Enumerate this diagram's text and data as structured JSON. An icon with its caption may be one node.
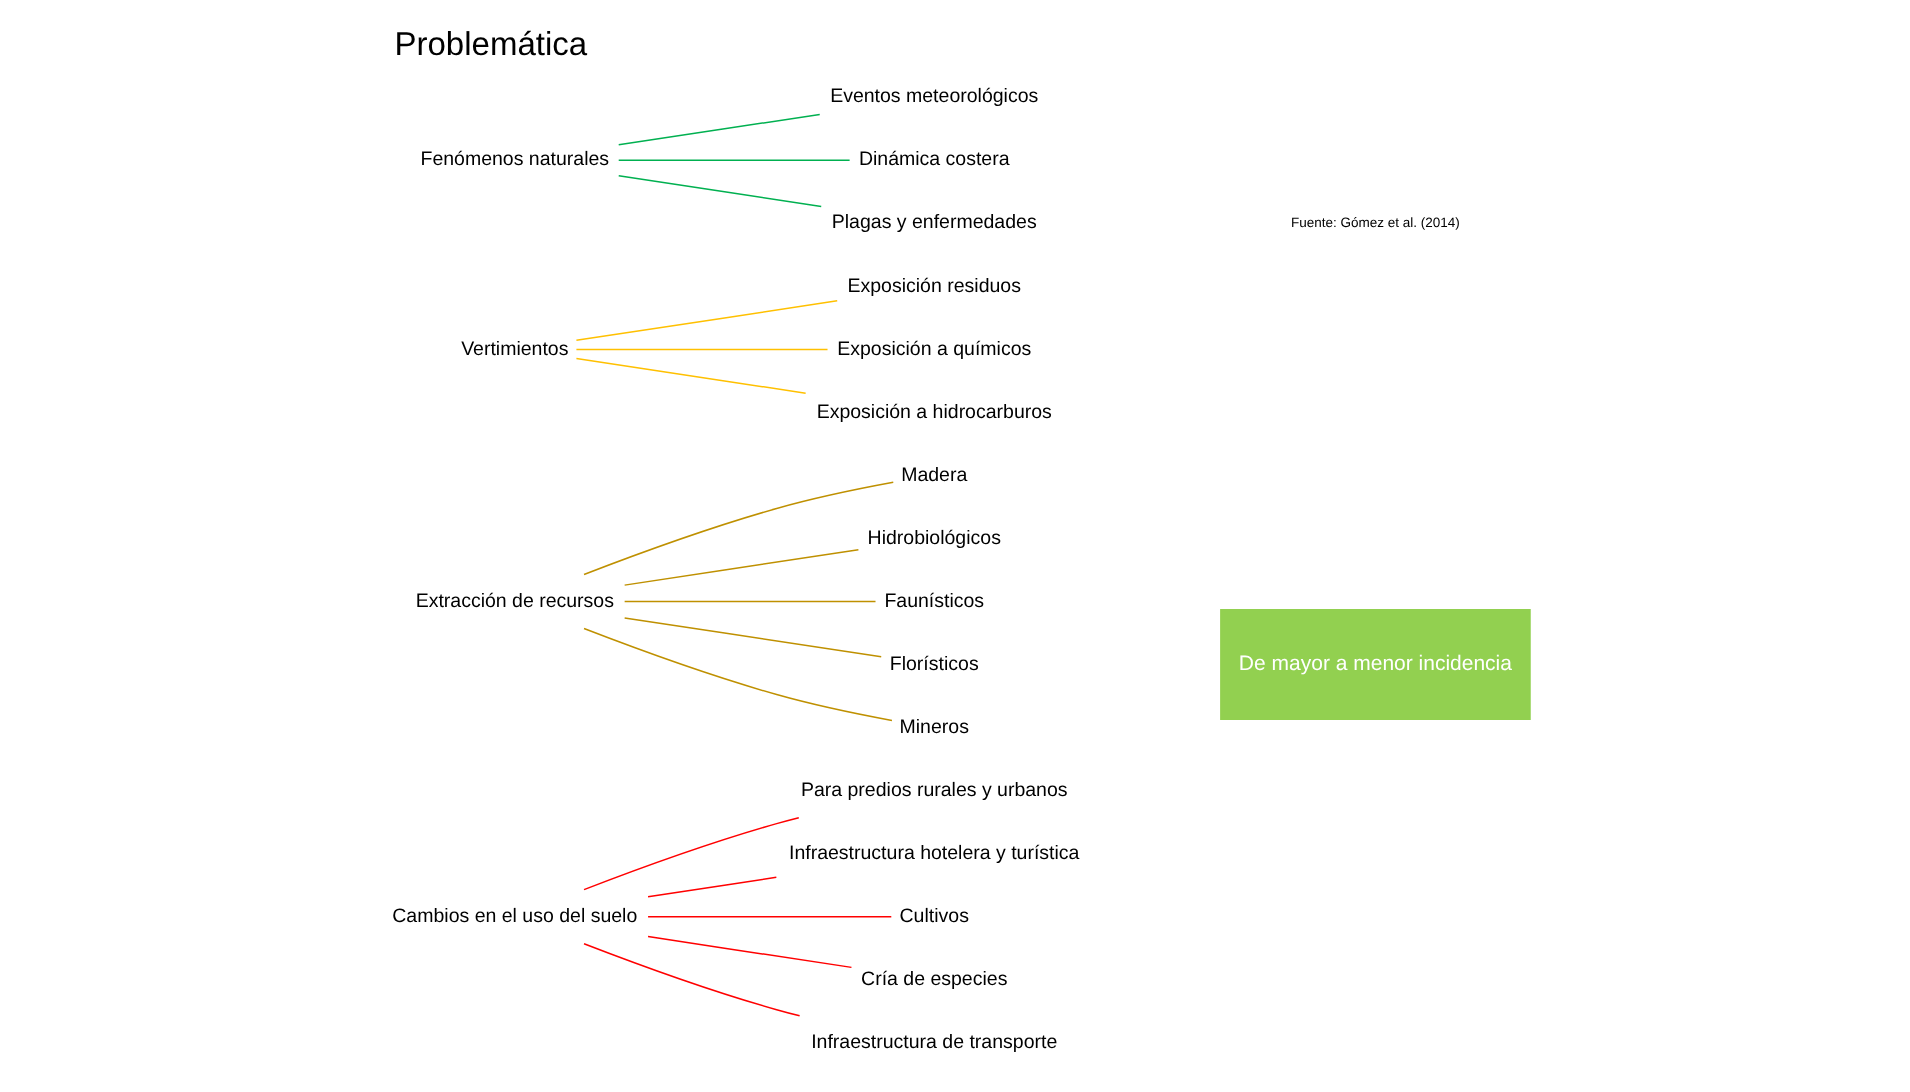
{
  "diagram": {
    "title": "Problemática",
    "nodes": [
      {
        "text": [
          "Cambios en el uso del suelo"
        ]
      },
      {
        "text": [
          "Para predios rurales y urbanos"
        ]
      },
      {
        "text": [
          "Infraestructura hotelera y turística"
        ]
      },
      {
        "text": [
          "Cultivos"
        ]
      },
      {
        "text": [
          "Cría de especies"
        ]
      },
      {
        "text": [
          "Infraestructura de transporte"
        ]
      },
      {
        "text": [
          "Extracción de recursos"
        ]
      },
      {
        "text": [
          "Madera"
        ]
      },
      {
        "text": [
          "Hidrobiológicos"
        ]
      },
      {
        "text": [
          "Faunísticos"
        ]
      },
      {
        "text": [
          "Florísticos"
        ]
      },
      {
        "text": [
          "Mineros"
        ]
      },
      {
        "text": [
          "Vertimientos"
        ]
      },
      {
        "text": [
          "Exposición residuos"
        ]
      },
      {
        "text": [
          "Exposición a químicos"
        ]
      },
      {
        "text": [
          "Exposición a hidrocarburos"
        ]
      },
      {
        "text": [
          "Fenómenos naturales"
        ]
      },
      {
        "text": [
          "Eventos meteorológicos"
        ]
      },
      {
        "text": [
          "Dinámica costera"
        ]
      },
      {
        "text": [
          "Plagas y enfermedades"
        ]
      },
      {
        "text": [
          "De mayor a menor incidencia"
        ]
      }
    ],
    "edges": [
      {
        "from": 0,
        "to": 1,
        "arrow": "none",
        "color": "#ff0000"
      },
      {
        "from": 0,
        "to": 2,
        "arrow": "none",
        "color": "#ff0000"
      },
      {
        "from": 0,
        "to": 3,
        "arrow": "none",
        "color": "#ff0000"
      },
      {
        "from": 0,
        "to": 4,
        "arrow": "none",
        "color": "#ff0000"
      },
      {
        "from": 0,
        "to": 5,
        "arrow": "none",
        "color": "#ff0000"
      },
      {
        "from": 6,
        "to": 7,
        "arrow": "none",
        "color": "#bf9000"
      },
      {
        "from": 6,
        "to": 8,
        "arrow": "none",
        "color": "#bf9000"
      },
      {
        "from": 6,
        "to": 9,
        "arrow": "none",
        "color": "#bf9000"
      },
      {
        "from": 6,
        "to": 10,
        "arrow": "none",
        "color": "#bf9000"
      },
      {
        "from": 6,
        "to": 11,
        "arrow": "none",
        "color": "#bf9000"
      },
      {
        "from": 12,
        "to": 13,
        "arrow": "none",
        "color": "#ffc000"
      },
      {
        "from": 12,
        "to": 14,
        "arrow": "none",
        "color": "#ffc000"
      },
      {
        "from": 12,
        "to": 15,
        "arrow": "none",
        "color": "#ffc000"
      },
      {
        "from": 16,
        "to": 17,
        "arrow": "none",
        "color": "#00b050"
      },
      {
        "from": 16,
        "to": 18,
        "arrow": "none",
        "color": "#00b050"
      },
      {
        "from": 16,
        "to": 19,
        "arrow": "none",
        "color": "#00b050"
      }
    ],
    "labels": [
      "Fuente: Gómez et al. (2014)"
    ]
  }
}
